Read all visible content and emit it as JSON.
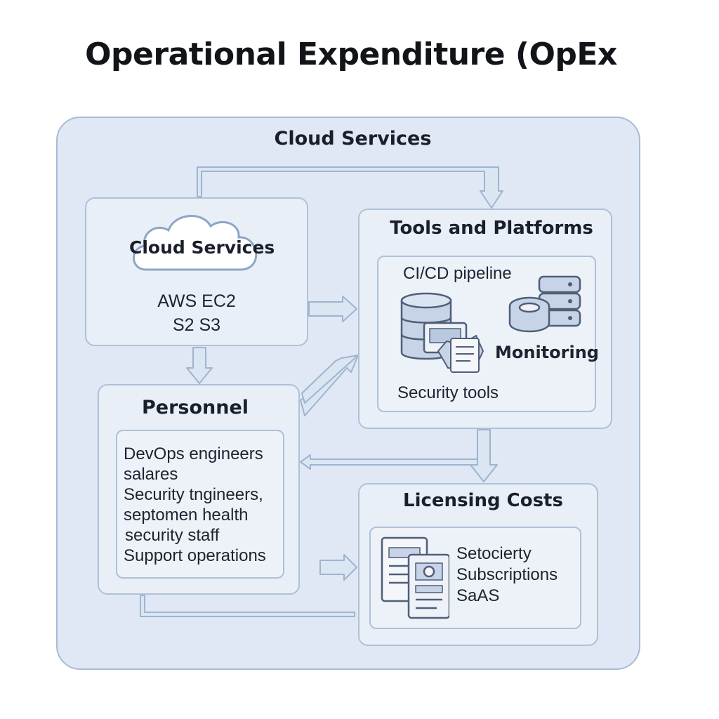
{
  "title": "Operational Expenditure (OpEx",
  "outer": {
    "label": "Cloud Services"
  },
  "cloud_box": {
    "badge": "Cloud Services",
    "lines": [
      "AWS EC2",
      "S2 S3"
    ]
  },
  "tools_box": {
    "title": "Tools and Platforms",
    "items": [
      "CI/CD pipeline",
      "Monitoring",
      "Security tools"
    ]
  },
  "personnel_box": {
    "title": "Personnel",
    "lines": [
      "DevOps engineers",
      "salares",
      "Security tngineers,",
      "septomen health",
      "security staff",
      "Support operations"
    ]
  },
  "licensing_box": {
    "title": "Licensing Costs",
    "lines": [
      "Setocierty",
      "Subscriptions",
      "SaAS"
    ]
  },
  "colors": {
    "panel_fill": "#dfe8f4",
    "box_fill": "#e9eff7",
    "border": "#aec1d9",
    "arrow_fill": "#dbe6f3",
    "arrow_stroke": "#9fb4cf"
  }
}
